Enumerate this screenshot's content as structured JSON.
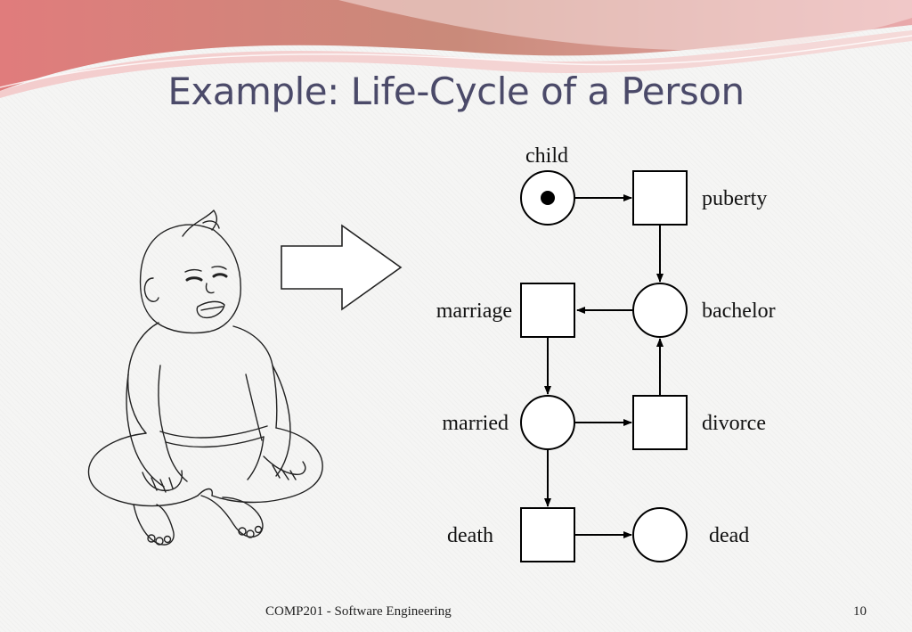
{
  "slide": {
    "title": "Example: Life-Cycle of a Person",
    "footer": "COMP201 - Software Engineering",
    "page_number": "10"
  },
  "diagram": {
    "places": [
      {
        "id": "child",
        "label": "child",
        "token": true
      },
      {
        "id": "bachelor",
        "label": "bachelor"
      },
      {
        "id": "married",
        "label": "married"
      },
      {
        "id": "dead",
        "label": "dead"
      }
    ],
    "transitions": [
      {
        "id": "puberty",
        "label": "puberty"
      },
      {
        "id": "marriage",
        "label": "marriage"
      },
      {
        "id": "divorce",
        "label": "divorce"
      },
      {
        "id": "death",
        "label": "death"
      }
    ],
    "arcs": [
      [
        "child",
        "puberty"
      ],
      [
        "puberty",
        "bachelor"
      ],
      [
        "bachelor",
        "marriage"
      ],
      [
        "marriage",
        "married"
      ],
      [
        "married",
        "divorce"
      ],
      [
        "divorce",
        "bachelor"
      ],
      [
        "married",
        "death"
      ],
      [
        "death",
        "dead"
      ]
    ]
  },
  "illustration": {
    "subject": "baby-sitting",
    "pointer": "right-arrow"
  },
  "colors": {
    "title": "#4b4a69",
    "banner_dark": "#d9787a",
    "banner_light": "#f0c2c3"
  }
}
